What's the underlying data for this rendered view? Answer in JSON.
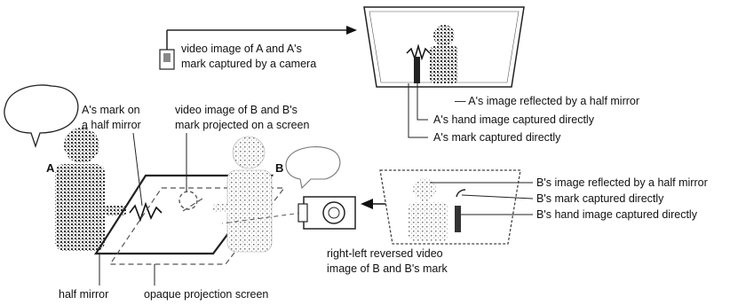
{
  "labels": {
    "camera_caption_line1": "video image of A and A's",
    "camera_caption_line2": "mark captured by a  camera",
    "monitor_label_reflected": "— A's image reflected by a half mirror",
    "monitor_label_hand": "A's hand image captured directly",
    "monitor_label_mark": "A's mark captured directly",
    "mark_on_mirror_line1": "A's mark on",
    "mark_on_mirror_line2": "a half mirror",
    "projected_line1": "video image of B and B's",
    "projected_line2": "mark projected on a screen",
    "person_a": "A",
    "person_b": "B",
    "b_label_reflected": "B's image reflected by a half mirror",
    "b_label_mark": "B's mark captured directly",
    "b_label_hand": "B's hand image captured directly",
    "reversed_line1": "right-left reversed video",
    "reversed_line2": "image of B and B's mark",
    "half_mirror": "half mirror",
    "opaque_screen": "opaque projection screen"
  }
}
